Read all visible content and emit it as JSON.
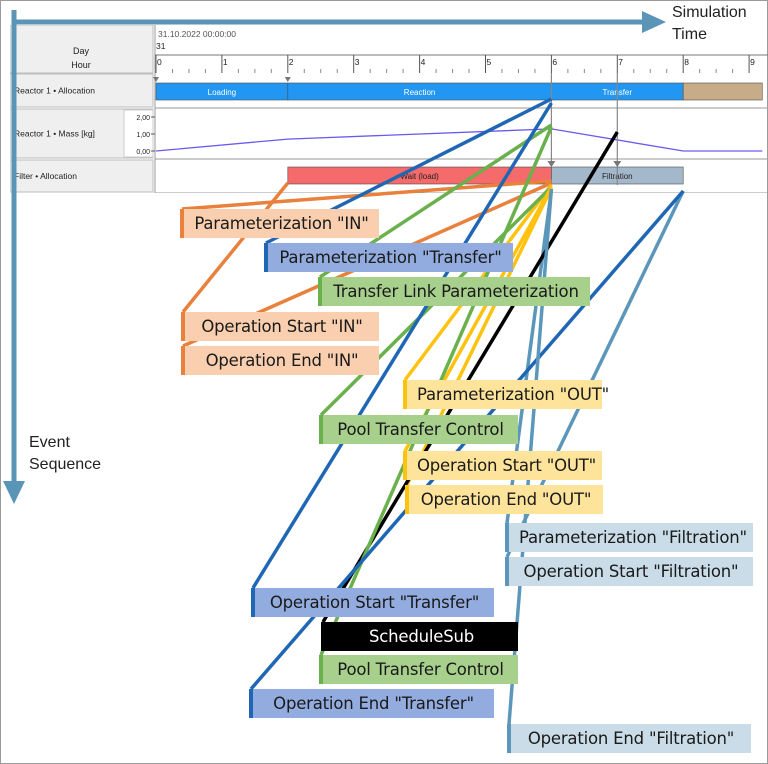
{
  "axes": {
    "time_label_line1": "Simulation",
    "time_label_line2": "Time",
    "sequence_label_line1": "Event",
    "sequence_label_line2": "Sequence"
  },
  "gantt": {
    "header_day": "Day",
    "header_hour": "Hour",
    "date": "31.10.2022 00:00:00",
    "day_number": "31",
    "hours": [
      "0",
      "1",
      "2",
      "3",
      "4",
      "5",
      "6",
      "7",
      "8",
      "9"
    ],
    "rows": [
      {
        "label": "Reactor 1 • Allocation"
      },
      {
        "label": "Reactor 1 • Mass [kg]",
        "y_ticks": [
          "2,00",
          "1,00",
          "0,00"
        ]
      },
      {
        "label": "Filter • Allocation"
      }
    ],
    "bars": [
      {
        "row": 0,
        "label": "Loading",
        "start": 0,
        "end": 2,
        "color": "#2196f3"
      },
      {
        "row": 0,
        "label": "Reaction",
        "start": 2,
        "end": 6,
        "color": "#2196f3"
      },
      {
        "row": 0,
        "label": "Transfer",
        "start": 6,
        "end": 8,
        "color": "#2196f3"
      },
      {
        "row": 0,
        "label": "",
        "start": 8,
        "end": 9.2,
        "color": "#c8ac8a"
      },
      {
        "row": 2,
        "label": "Wait (load)",
        "start": 2,
        "end": 6,
        "color": "#f56a6a"
      },
      {
        "row": 2,
        "label": "Filtration",
        "start": 6,
        "end": 8,
        "color": "#a4b8cc"
      }
    ],
    "mass_series": {
      "hours": [
        0,
        2,
        6,
        8,
        9.2
      ],
      "values": [
        0,
        0.7,
        1.3,
        0,
        0
      ],
      "color": "#6a5af0"
    }
  },
  "colors": {
    "orange": "#e9803c",
    "orange_fill": "#f9cfb0",
    "blue": "#1f67b4",
    "blue_fill": "#93acdf",
    "green": "#6ab04c",
    "green_fill": "#a8d08d",
    "yellow": "#ffc20e",
    "yellow_fill": "#fde49a",
    "black": "#000000",
    "steel": "#5b97bb",
    "steel_fill": "#c9dce8",
    "axis": "#5a95b8"
  },
  "events": [
    {
      "label": "Parameterization \"IN\"",
      "color": "orange",
      "src_hour": 6
    },
    {
      "label": "Parameterization \"Transfer\"",
      "color": "blue",
      "src_hour": 6
    },
    {
      "label": "Transfer Link Parameterization",
      "color": "green",
      "src_hour": 6
    },
    {
      "label": "Operation Start \"IN\"",
      "color": "orange",
      "src_hour": 2
    },
    {
      "label": "Operation End \"IN\"",
      "color": "orange",
      "src_hour": 6
    },
    {
      "label": "Parameterization \"OUT\"",
      "color": "yellow",
      "src_hour": 6
    },
    {
      "label": "Pool Transfer Control",
      "color": "green",
      "src_hour": 6
    },
    {
      "label": "Operation Start \"OUT\"",
      "color": "yellow",
      "src_hour": 6
    },
    {
      "label": "Operation End \"OUT\"",
      "color": "yellow",
      "src_hour": 6
    },
    {
      "label": "Parameterization \"Filtration\"",
      "color": "steel",
      "src_hour": 6
    },
    {
      "label": "Operation Start \"Filtration\"",
      "color": "steel",
      "src_hour": 8
    },
    {
      "label": "Operation Start \"Transfer\"",
      "color": "blue",
      "src_hour": 6
    },
    {
      "label": "ScheduleSub",
      "color": "black",
      "src_hour": 7
    },
    {
      "label": "Pool Transfer Control",
      "color": "green",
      "src_hour": 6
    },
    {
      "label": "Operation End \"Transfer\"",
      "color": "blue",
      "src_hour": 8
    },
    {
      "label": "Operation End \"Filtration\"",
      "color": "steel",
      "src_hour": 6
    }
  ]
}
